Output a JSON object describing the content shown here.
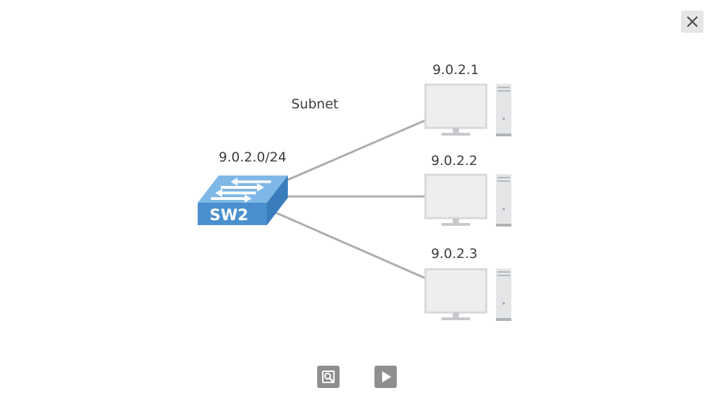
{
  "diagram": {
    "subnet_label": "Subnet",
    "subnet_address": "9.0.2.0/24",
    "switch": {
      "label": "SW2",
      "color": "#4a90cf"
    },
    "hosts": [
      {
        "ip": "9.0.2.1"
      },
      {
        "ip": "9.0.2.2"
      },
      {
        "ip": "9.0.2.3"
      }
    ],
    "link_color": "#a9adb2"
  },
  "controls": {
    "close_icon": "close-icon",
    "zoom_icon": "zoom-icon",
    "play_icon": "play-icon"
  }
}
